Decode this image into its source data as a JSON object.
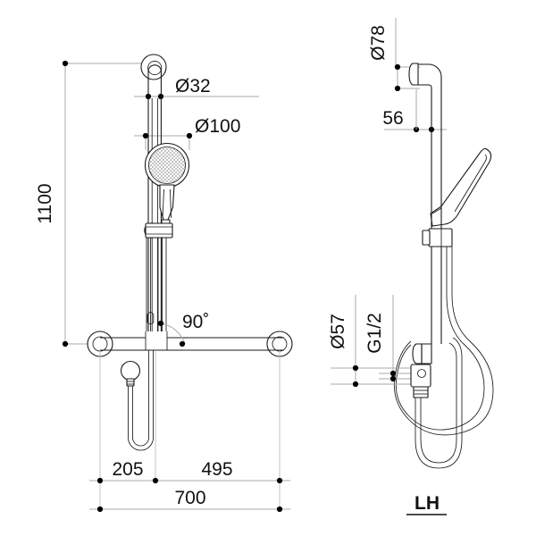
{
  "drawing": {
    "title": "Shower rail assembly technical drawing",
    "background_color": "#ffffff",
    "line_color": "#1a1a1a",
    "dimension_color": "#a8a8a8",
    "views": [
      {
        "name": "front-elevation",
        "label": ""
      },
      {
        "name": "side-elevation",
        "label": "LH"
      }
    ],
    "view_label_lh": "LH"
  },
  "dimensions": {
    "height_1100": "1100",
    "diameter_32": "Ø32",
    "diameter_100": "Ø100",
    "angle_90": "90˚",
    "offset_205": "205",
    "offset_495": "495",
    "total_700": "700",
    "diameter_78": "Ø78",
    "projection_56": "56",
    "diameter_57": "Ø57",
    "thread_g12": "G1/2"
  },
  "annotations": {
    "front_view_labels": [
      "Ø32",
      "Ø100",
      "90˚",
      "1100",
      "205",
      "495",
      "700"
    ],
    "side_view_labels": [
      "Ø78",
      "56",
      "Ø57",
      "G1/2",
      "LH"
    ]
  },
  "colors": {
    "outline": "#1a1a1a",
    "dimension": "#a8a8a8",
    "terminator": "#000000",
    "page": "#ffffff"
  }
}
